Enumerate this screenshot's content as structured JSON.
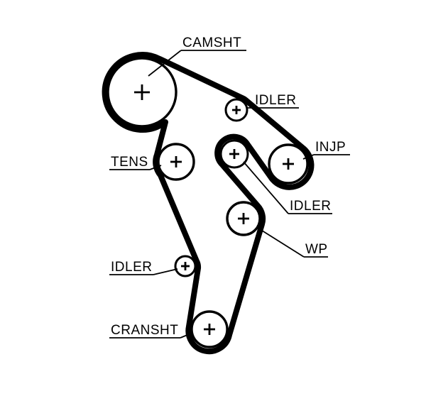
{
  "diagram": {
    "background": "#ffffff",
    "ink": "#000000",
    "labels": {
      "camsht": "CAMSHT",
      "idler_top": "IDLER",
      "injp": "INJP",
      "tens": "TENS",
      "idler_mid": "IDLER",
      "wp": "WP",
      "idler_low": "IDLER",
      "cransht": "CRANSHT"
    }
  }
}
